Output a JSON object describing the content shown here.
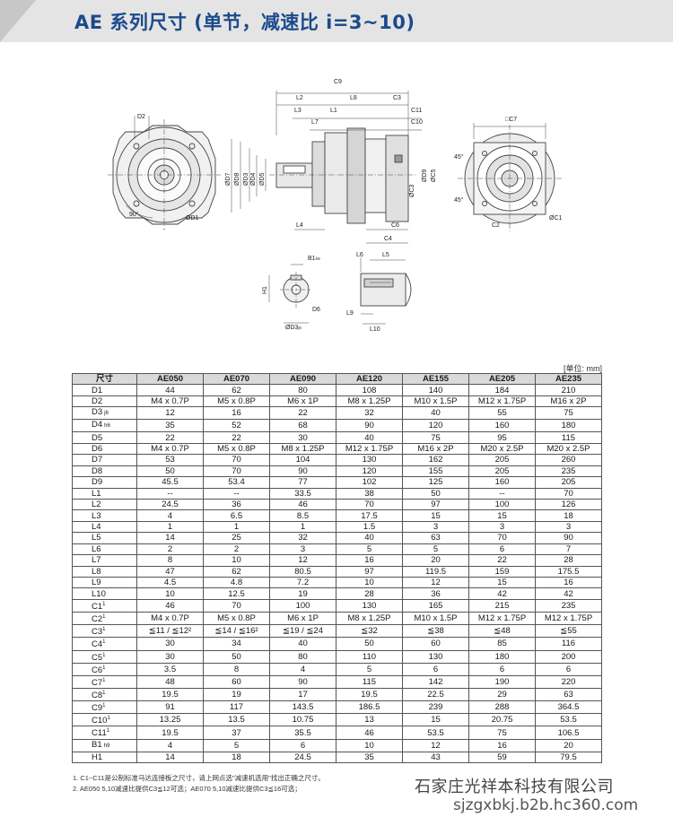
{
  "header": {
    "title": "AE 系列尺寸 (单节，减速比 i=3~10)"
  },
  "drawing_labels": {
    "front": [
      "D2",
      "ØD1",
      "90°"
    ],
    "side": [
      "C9",
      "L2",
      "L8",
      "C3",
      "L3",
      "L1",
      "C11",
      "L7",
      "C10",
      "ØD7",
      "ØD8",
      "ØD3",
      "ØD4",
      "ØD5",
      "ØC3",
      "ØD9",
      "ØC5",
      "L4",
      "C6",
      "C4"
    ],
    "rear": [
      "□C7",
      "45°",
      "45°",
      "C2",
      "ØC1"
    ],
    "shaft_end": [
      "B1",
      "H1",
      "D6",
      "ØD3"
    ],
    "shaft_section": [
      "L6",
      "L5",
      "L9",
      "L10"
    ],
    "sub_b1": "h9",
    "sub_d3": "j6"
  },
  "unit_note": "[单位: mm]",
  "table": {
    "header": [
      "尺寸",
      "AE050",
      "AE070",
      "AE090",
      "AE120",
      "AE155",
      "AE205",
      "AE235"
    ],
    "rows": [
      {
        "name": "D1",
        "sub": "",
        "values": [
          "44",
          "62",
          "80",
          "108",
          "140",
          "184",
          "210"
        ]
      },
      {
        "name": "D2",
        "sub": "",
        "values": [
          "M4 x 0.7P",
          "M5 x 0.8P",
          "M6 x 1P",
          "M8 x 1.25P",
          "M10 x 1.5P",
          "M12 x 1.75P",
          "M16 x 2P"
        ]
      },
      {
        "name": "D3",
        "sub": "j6",
        "values": [
          "12",
          "16",
          "22",
          "32",
          "40",
          "55",
          "75"
        ]
      },
      {
        "name": "D4",
        "sub": "h6",
        "values": [
          "35",
          "52",
          "68",
          "90",
          "120",
          "160",
          "180"
        ]
      },
      {
        "name": "D5",
        "sub": "",
        "values": [
          "22",
          "22",
          "30",
          "40",
          "75",
          "95",
          "115"
        ]
      },
      {
        "name": "D6",
        "sub": "",
        "values": [
          "M4 x 0.7P",
          "M5 x 0.8P",
          "M8 x 1.25P",
          "M12 x 1.75P",
          "M16 x 2P",
          "M20 x 2.5P",
          "M20 x 2.5P"
        ]
      },
      {
        "name": "D7",
        "sub": "",
        "values": [
          "53",
          "70",
          "104",
          "130",
          "162",
          "205",
          "260"
        ]
      },
      {
        "name": "D8",
        "sub": "",
        "values": [
          "50",
          "70",
          "90",
          "120",
          "155",
          "205",
          "235"
        ]
      },
      {
        "name": "D9",
        "sub": "",
        "values": [
          "45.5",
          "53.4",
          "77",
          "102",
          "125",
          "160",
          "205"
        ]
      },
      {
        "name": "L1",
        "sub": "",
        "values": [
          "--",
          "--",
          "33.5",
          "38",
          "50",
          "--",
          "70"
        ]
      },
      {
        "name": "L2",
        "sub": "",
        "values": [
          "24.5",
          "36",
          "46",
          "70",
          "97",
          "100",
          "126"
        ]
      },
      {
        "name": "L3",
        "sub": "",
        "values": [
          "4",
          "6.5",
          "8.5",
          "17.5",
          "15",
          "15",
          "18"
        ]
      },
      {
        "name": "L4",
        "sub": "",
        "values": [
          "1",
          "1",
          "1",
          "1.5",
          "3",
          "3",
          "3"
        ]
      },
      {
        "name": "L5",
        "sub": "",
        "values": [
          "14",
          "25",
          "32",
          "40",
          "63",
          "70",
          "90"
        ]
      },
      {
        "name": "L6",
        "sub": "",
        "values": [
          "2",
          "2",
          "3",
          "5",
          "5",
          "6",
          "7"
        ]
      },
      {
        "name": "L7",
        "sub": "",
        "values": [
          "8",
          "10",
          "12",
          "16",
          "20",
          "22",
          "28"
        ]
      },
      {
        "name": "L8",
        "sub": "",
        "values": [
          "47",
          "62",
          "80.5",
          "97",
          "119.5",
          "159",
          "175.5"
        ]
      },
      {
        "name": "L9",
        "sub": "",
        "values": [
          "4.5",
          "4.8",
          "7.2",
          "10",
          "12",
          "15",
          "16"
        ]
      },
      {
        "name": "L10",
        "sub": "",
        "values": [
          "10",
          "12.5",
          "19",
          "28",
          "36",
          "42",
          "42"
        ]
      },
      {
        "name": "C1",
        "sub": "1",
        "values": [
          "46",
          "70",
          "100",
          "130",
          "165",
          "215",
          "235"
        ]
      },
      {
        "name": "C2",
        "sub": "1",
        "values": [
          "M4 x 0.7P",
          "M5 x 0.8P",
          "M6 x 1P",
          "M8 x 1.25P",
          "M10 x 1.5P",
          "M12 x 1.75P",
          "M12 x 1.75P"
        ]
      },
      {
        "name": "C3",
        "sub": "1",
        "values": [
          "≦11 / ≦12²",
          "≦14 / ≦16²",
          "≦19 / ≦24",
          "≦32",
          "≦38",
          "≦48",
          "≦55"
        ]
      },
      {
        "name": "C4",
        "sub": "1",
        "values": [
          "30",
          "34",
          "40",
          "50",
          "60",
          "85",
          "116"
        ]
      },
      {
        "name": "C5",
        "sub": "1",
        "values": [
          "30",
          "50",
          "80",
          "110",
          "130",
          "180",
          "200"
        ]
      },
      {
        "name": "C6",
        "sub": "1",
        "values": [
          "3.5",
          "8",
          "4",
          "5",
          "6",
          "6",
          "6"
        ]
      },
      {
        "name": "C7",
        "sub": "1",
        "values": [
          "48",
          "60",
          "90",
          "115",
          "142",
          "190",
          "220"
        ]
      },
      {
        "name": "C8",
        "sub": "1",
        "values": [
          "19.5",
          "19",
          "17",
          "19.5",
          "22.5",
          "29",
          "63"
        ]
      },
      {
        "name": "C9",
        "sub": "1",
        "values": [
          "91",
          "117",
          "143.5",
          "186.5",
          "239",
          "288",
          "364.5"
        ]
      },
      {
        "name": "C10",
        "sub": "1",
        "values": [
          "13.25",
          "13.5",
          "10.75",
          "13",
          "15",
          "20.75",
          "53.5"
        ]
      },
      {
        "name": "C11",
        "sub": "1",
        "values": [
          "19.5",
          "37",
          "35.5",
          "46",
          "53.5",
          "75",
          "106.5"
        ]
      },
      {
        "name": "B1",
        "sub": "h9",
        "values": [
          "4",
          "5",
          "6",
          "10",
          "12",
          "16",
          "20"
        ]
      },
      {
        "name": "H1",
        "sub": "",
        "values": [
          "14",
          "18",
          "24.5",
          "35",
          "43",
          "59",
          "79.5"
        ]
      }
    ]
  },
  "notes": {
    "line1": "1. C1~C11是公制标准马达连接板之尺寸，请上网点选\"减速机选用\"找出正确之尺寸。",
    "line2": "2. AE050  5,10减速比提供C3≦12可选；AE070  5,10减速比提供C3≦16可选；"
  },
  "watermark": {
    "company": "石家庄光祥本科技有限公司",
    "url": "sjzgxbkj.b2b.hc360.com"
  },
  "colors": {
    "title": "#1b4a8c",
    "header_bg": "#e4e4e4",
    "table_head_bg": "#d9d9d9"
  }
}
